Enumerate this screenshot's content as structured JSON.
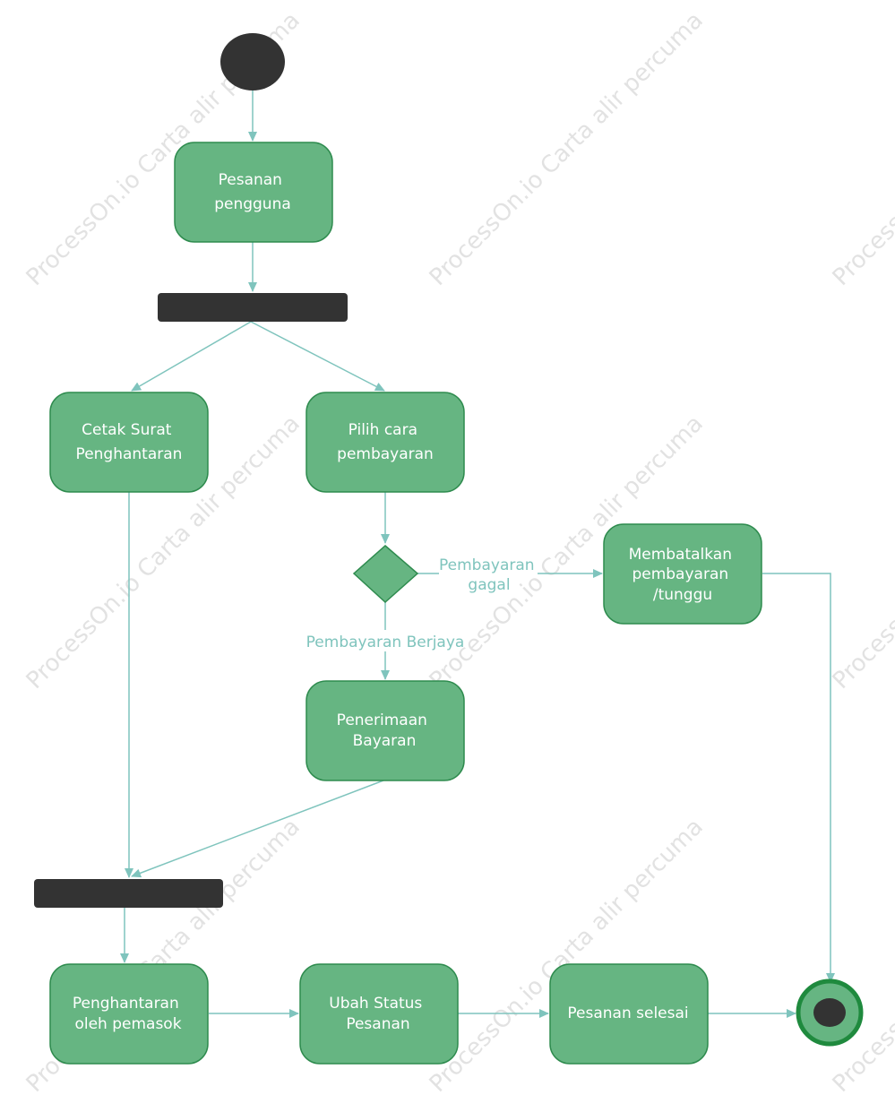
{
  "colors": {
    "node_fill": "#66b582",
    "node_stroke": "#2e8b4e",
    "bar_fill": "#333333",
    "edge": "#7fc4bd",
    "final_ring": "#1f8a3e"
  },
  "watermark": {
    "text": "ProcessOn.io Carta alir percuma"
  },
  "nodes": {
    "pesanan_pengguna": {
      "label": [
        "Pesanan",
        "pengguna"
      ]
    },
    "cetak_surat": {
      "label": [
        "Cetak Surat",
        "Penghantaran"
      ]
    },
    "pilih_cara": {
      "label": [
        "Pilih cara",
        "pembayaran"
      ]
    },
    "membatalkan": {
      "label": [
        "Membatalkan",
        "pembayaran",
        "/tunggu"
      ]
    },
    "penerimaan": {
      "label": [
        "Penerimaan",
        "Bayaran"
      ]
    },
    "penghantaran_pemasok": {
      "label": [
        "Penghantaran",
        "oleh pemasok"
      ]
    },
    "ubah_status": {
      "label": [
        "Ubah Status",
        "Pesanan"
      ]
    },
    "pesanan_selesai": {
      "label": [
        "Pesanan selesai"
      ]
    }
  },
  "edge_labels": {
    "gagal": [
      "Pembayaran",
      "gagal"
    ],
    "berjaya": [
      "Pembayaran Berjaya"
    ]
  }
}
